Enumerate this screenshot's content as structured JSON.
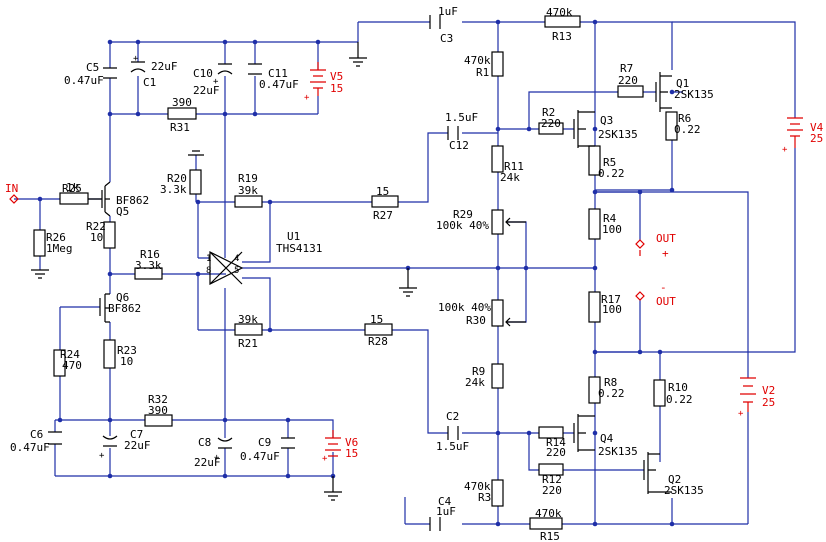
{
  "labels": {
    "in": "IN",
    "r25": "R25",
    "r25_val": "1k",
    "r26": "R26",
    "r26_val": "1Meg",
    "c5": "C5",
    "c5_val": "0.47uF",
    "c1": "C1",
    "c1_val": "22uF",
    "c10": "C10",
    "c10_val": "22uF",
    "c11": "C11",
    "c11_val": "0.47uF",
    "v5": "V5",
    "v5_val": "15",
    "r31": "R31",
    "r31_val": "390",
    "q5": "Q5",
    "q5_type": "BF862",
    "r22": "R22",
    "r22_val": "10",
    "r16": "R16",
    "r16_val": "3.3k",
    "q6": "Q6",
    "q6_type": "BF862",
    "r24": "R24",
    "r24_val": "470",
    "r23": "R23",
    "r23_val": "10",
    "r32": "R32",
    "r32_val": "390",
    "c6": "C6",
    "c6_val": "0.47uF",
    "c7": "C7",
    "c7_val": "22uF",
    "c8": "C8",
    "c8_val": "22uF",
    "c9": "C9",
    "c9_val": "0.47uF",
    "v6": "V6",
    "v6_val": "15",
    "r20": "R20",
    "r20_val": "3.3k",
    "r19": "R19",
    "r19_val": "39k",
    "r27": "R27",
    "r27_val": "15",
    "u1": "U1",
    "u1_type": "THS4131",
    "pin1": "1",
    "pin4": "4",
    "pin8": "8",
    "pin5": "5",
    "r21": "R21",
    "r21_val": "39k",
    "r28": "R28",
    "r28_val": "15",
    "c3": "C3",
    "c3_val": "1uF",
    "r1": "R1",
    "r1_val": "470k",
    "r13": "R13",
    "r13_val": "470k",
    "r7": "R7",
    "r7_val": "220",
    "q1": "Q1",
    "q1_type": "2SK135",
    "r6": "R6",
    "r6_val": "0.22",
    "v4": "V4",
    "v4_val": "25",
    "c12": "C12",
    "c12_val": "1.5uF",
    "r2": "R2",
    "r2_val": "220",
    "q3": "Q3",
    "q3_type": "2SK135",
    "r11": "R11",
    "r11_val": "24k",
    "r5": "R5",
    "r5_val": "0.22",
    "r29": "R29",
    "r29_val": "100k 40%",
    "r4": "R4",
    "r4_val": "100",
    "out": "OUT",
    "plus": "+",
    "minus": "-",
    "r30": "R30",
    "r30_val": "100k 40%",
    "r17": "R17",
    "r17_val": "100",
    "r9": "R9",
    "r9_val": "24k",
    "r8": "R8",
    "r8_val": "0.22",
    "r10": "R10",
    "r10_val": "0.22",
    "v2": "V2",
    "v2_val": "25",
    "c2": "C2",
    "c2_val": "1.5uF",
    "r14": "R14",
    "r14_val": "220",
    "q4": "Q4",
    "q4_type": "2SK135",
    "r12": "R12",
    "r12_val": "220",
    "q2": "Q2",
    "q2_type": "2SK135",
    "r3": "R3",
    "r3_val": "470k",
    "c4": "C4",
    "c4_val": "1uF",
    "r15": "R15",
    "r15_val": "470k"
  },
  "colors": {
    "wire": "#1f2fa8",
    "component": "#000000",
    "source": "#e00000",
    "background": "#ffffff"
  }
}
